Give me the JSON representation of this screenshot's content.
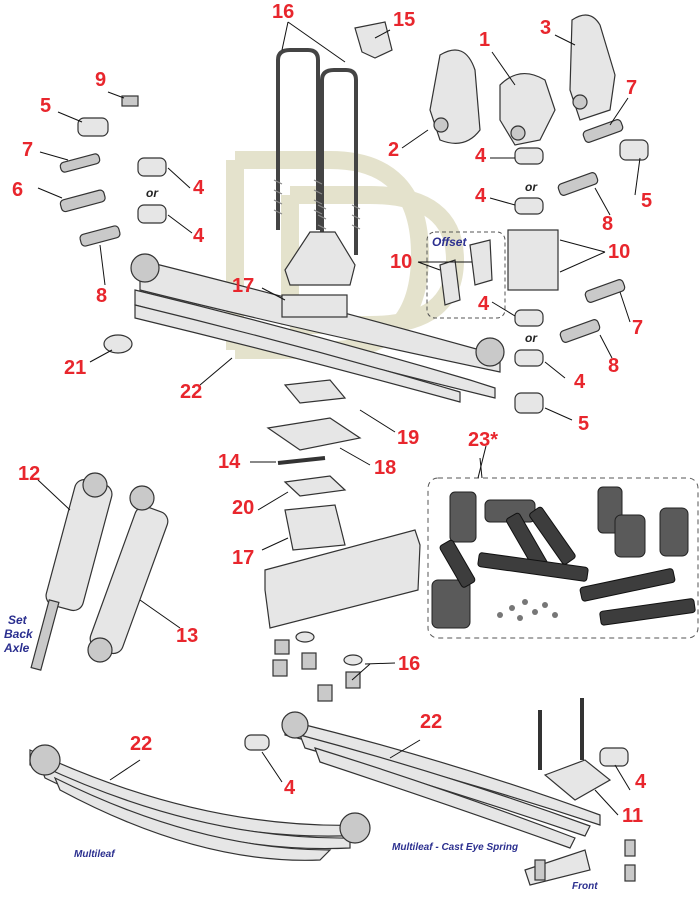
{
  "callouts": [
    {
      "id": "c16a",
      "text": "16"
    },
    {
      "id": "c15",
      "text": "15"
    },
    {
      "id": "c1",
      "text": "1"
    },
    {
      "id": "c3",
      "text": "3"
    },
    {
      "id": "c9",
      "text": "9"
    },
    {
      "id": "c5a",
      "text": "5"
    },
    {
      "id": "c2",
      "text": "2"
    },
    {
      "id": "c7a",
      "text": "7"
    },
    {
      "id": "c7b",
      "text": "7"
    },
    {
      "id": "c4a",
      "text": "4"
    },
    {
      "id": "c6",
      "text": "6"
    },
    {
      "id": "c4b",
      "text": "4"
    },
    {
      "id": "c5b",
      "text": "5"
    },
    {
      "id": "c4c",
      "text": "4"
    },
    {
      "id": "c4d",
      "text": "4"
    },
    {
      "id": "c8a",
      "text": "8"
    },
    {
      "id": "c10a",
      "text": "10"
    },
    {
      "id": "c10b",
      "text": "10"
    },
    {
      "id": "c8b",
      "text": "8"
    },
    {
      "id": "c17a",
      "text": "17"
    },
    {
      "id": "c4e",
      "text": "4"
    },
    {
      "id": "c7c",
      "text": "7"
    },
    {
      "id": "c21",
      "text": "21"
    },
    {
      "id": "c8c",
      "text": "8"
    },
    {
      "id": "c22a",
      "text": "22"
    },
    {
      "id": "c4f",
      "text": "4"
    },
    {
      "id": "c5c",
      "text": "5"
    },
    {
      "id": "c19",
      "text": "19"
    },
    {
      "id": "c23",
      "text": "23*"
    },
    {
      "id": "c12",
      "text": "12"
    },
    {
      "id": "c14",
      "text": "14"
    },
    {
      "id": "c18",
      "text": "18"
    },
    {
      "id": "c20",
      "text": "20"
    },
    {
      "id": "c17b",
      "text": "17"
    },
    {
      "id": "c13",
      "text": "13"
    },
    {
      "id": "c16b",
      "text": "16"
    },
    {
      "id": "c22b",
      "text": "22"
    },
    {
      "id": "c22c",
      "text": "22"
    },
    {
      "id": "c4g",
      "text": "4"
    },
    {
      "id": "c4h",
      "text": "4"
    },
    {
      "id": "c11",
      "text": "11"
    }
  ],
  "notes": {
    "offset": "Offset",
    "set_back_axle_1": "Set",
    "set_back_axle_2": "Back",
    "set_back_axle_3": "Axle",
    "multileaf": "Multileaf",
    "multileaf_cast": "Multileaf - Cast Eye Spring",
    "front": "Front"
  },
  "or_words": [
    "or",
    "or",
    "or"
  ],
  "colors": {
    "callout": "#e8262d",
    "note": "#2b2f8f",
    "watermark": "#e4e2cc"
  }
}
